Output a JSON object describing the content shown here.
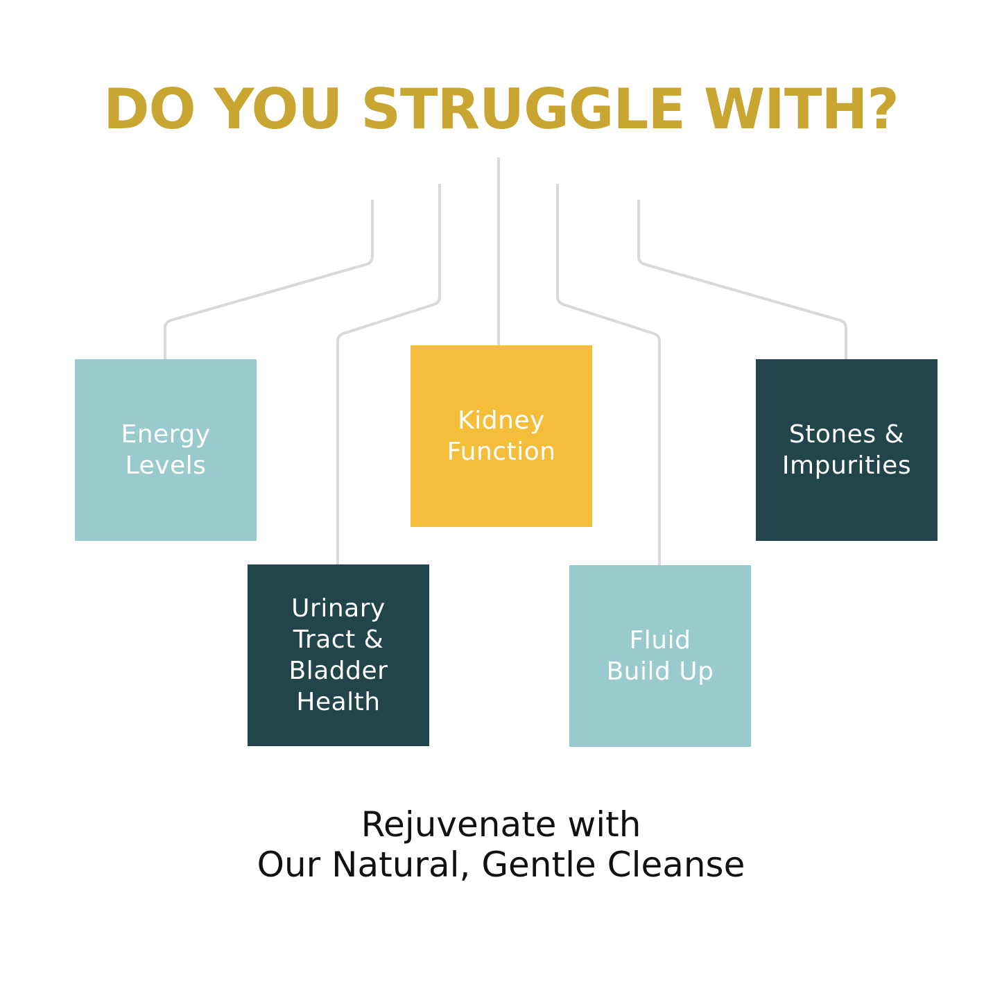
{
  "title": "DO YOU STRUGGLE WITH?",
  "colors": {
    "title": "#c9a632",
    "connector": "#d9d9d9",
    "light_teal": "#99cbce",
    "dark_teal": "#22444b",
    "yellow": "#f4be3a",
    "tagline": "#111111"
  },
  "boxes": {
    "energy": {
      "label": "Energy\nLevels",
      "color": "light_teal"
    },
    "urinary": {
      "label": "Urinary\nTract &\nBladder\nHealth",
      "color": "dark_teal"
    },
    "kidney": {
      "label": "Kidney\nFunction",
      "color": "yellow"
    },
    "fluid": {
      "label": "Fluid\nBuild Up",
      "color": "light_teal"
    },
    "stones": {
      "label": "Stones &\nImpurities",
      "color": "dark_teal"
    }
  },
  "tagline": {
    "line1": "Rejuvenate with",
    "line2": "Our Natural, Gentle Cleanse"
  }
}
